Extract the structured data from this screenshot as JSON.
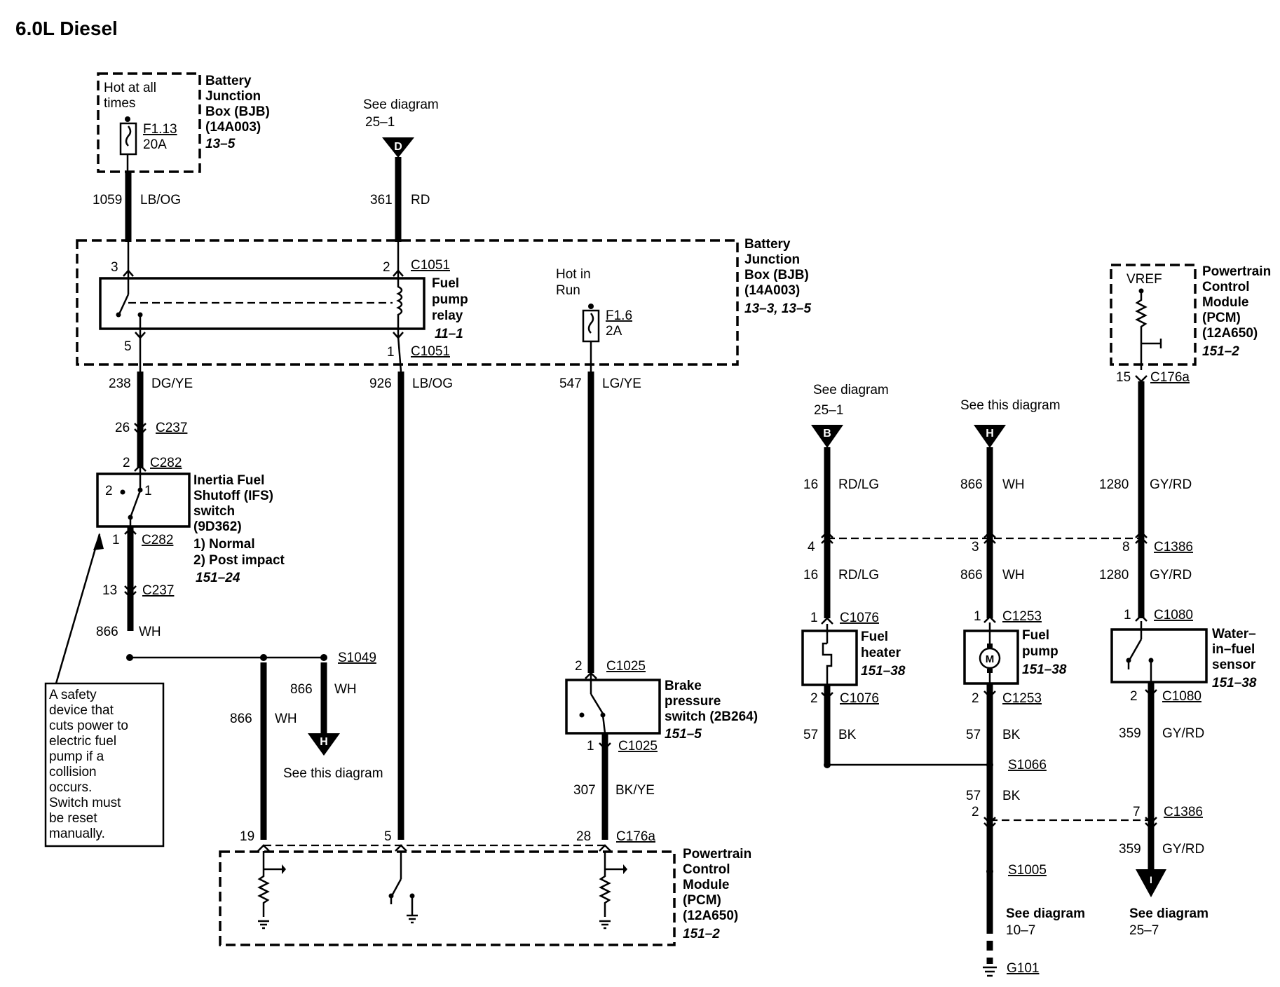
{
  "title": "6.0L Diesel",
  "bjb_top": {
    "hot": [
      "Hot at all",
      "times"
    ],
    "fuse": "F1.13",
    "amps": "20A",
    "name": [
      "Battery",
      "Junction",
      "Box (BJB)",
      "(14A003)"
    ],
    "ref": "13–5"
  },
  "bjb_main": {
    "name": [
      "Battery",
      "Junction",
      "Box (BJB)",
      "(14A003)"
    ],
    "ref": "13–3, 13–5",
    "hot": [
      "Hot in",
      "Run"
    ],
    "fuse": "F1.6",
    "amps": "2A"
  },
  "see_d": {
    "text": "See diagram",
    "ref": "25–1",
    "letter": "D"
  },
  "see_b": {
    "text": "See diagram",
    "ref": "25–1",
    "letter": "B"
  },
  "see_h_top": {
    "text": "See this diagram",
    "letter": "H"
  },
  "see_h_mid": {
    "text": "See this diagram",
    "letter": "H"
  },
  "see_g101": {
    "text": "See diagram",
    "ref": "10–7"
  },
  "see_i": {
    "text": "See diagram",
    "ref": "25–7",
    "letter": "I"
  },
  "relay": {
    "name": [
      "Fuel",
      "pump",
      "relay"
    ],
    "ref": "11–1",
    "connector": "C1051",
    "pins": [
      "3",
      "2",
      "5",
      "1"
    ]
  },
  "ifs": {
    "name": [
      "Inertia Fuel",
      "Shutoff (IFS)",
      "switch",
      "(9D362)"
    ],
    "states": [
      "1) Normal",
      "2) Post impact"
    ],
    "ref": "151–24",
    "pins": [
      "2",
      "1"
    ]
  },
  "note": [
    "A safety",
    "device that",
    "cuts power to",
    "electric fuel",
    "pump if a",
    "collision",
    "occurs.",
    "Switch must",
    "be reset",
    "manually."
  ],
  "brake": {
    "name": [
      "Brake",
      "pressure",
      "switch (2B264)"
    ],
    "ref": "151–5"
  },
  "pcm_bottom": {
    "name": [
      "Powertrain",
      "Control",
      "Module",
      "(PCM)",
      "(12A650)"
    ],
    "ref": "151–2"
  },
  "pcm_right": {
    "vref": "VREF",
    "name": [
      "Powertrain",
      "Control",
      "Module",
      "(PCM)",
      "(12A650)"
    ],
    "ref": "151–2"
  },
  "fuel_heater": {
    "name": [
      "Fuel",
      "heater"
    ],
    "ref": "151–38"
  },
  "fuel_pump": {
    "name": [
      "Fuel",
      "pump"
    ],
    "ref": "151–38",
    "symbol": "M"
  },
  "wif": {
    "name": [
      "Water–",
      "in–fuel",
      "sensor"
    ],
    "ref": "151–38"
  },
  "wires": [
    {
      "circuit": "1059",
      "color": "LB/OG"
    },
    {
      "circuit": "361",
      "color": "RD"
    },
    {
      "circuit": "238",
      "color": "DG/YE"
    },
    {
      "circuit": "926",
      "color": "LB/OG"
    },
    {
      "circuit": "547",
      "color": "LG/YE"
    },
    {
      "circuit": "866",
      "color": "WH"
    },
    {
      "circuit": "866",
      "color": "WH"
    },
    {
      "circuit": "866",
      "color": "WH"
    },
    {
      "circuit": "307",
      "color": "BK/YE"
    },
    {
      "circuit": "16",
      "color": "RD/LG"
    },
    {
      "circuit": "16",
      "color": "RD/LG"
    },
    {
      "circuit": "866",
      "color": "WH"
    },
    {
      "circuit": "866",
      "color": "WH"
    },
    {
      "circuit": "1280",
      "color": "GY/RD"
    },
    {
      "circuit": "1280",
      "color": "GY/RD"
    },
    {
      "circuit": "57",
      "color": "BK"
    },
    {
      "circuit": "57",
      "color": "BK"
    },
    {
      "circuit": "57",
      "color": "BK"
    },
    {
      "circuit": "359",
      "color": "GY/RD"
    },
    {
      "circuit": "359",
      "color": "GY/RD"
    }
  ],
  "connectors": [
    {
      "pin": "26",
      "name": "C237"
    },
    {
      "pin": "2",
      "name": "C282"
    },
    {
      "pin": "1",
      "name": "C282"
    },
    {
      "pin": "13",
      "name": "C237"
    },
    {
      "pin": "2",
      "name": "C1025"
    },
    {
      "pin": "1",
      "name": "C1025"
    },
    {
      "pin": "19",
      "name": ""
    },
    {
      "pin": "5",
      "name": ""
    },
    {
      "pin": "28",
      "name": "C176a"
    },
    {
      "pin": "15",
      "name": "C176a"
    },
    {
      "pin": "4",
      "name": ""
    },
    {
      "pin": "3",
      "name": ""
    },
    {
      "pin": "8",
      "name": "C1386"
    },
    {
      "pin": "1",
      "name": "C1076"
    },
    {
      "pin": "2",
      "name": "C1076"
    },
    {
      "pin": "1",
      "name": "C1253"
    },
    {
      "pin": "2",
      "name": "C1253"
    },
    {
      "pin": "1",
      "name": "C1080"
    },
    {
      "pin": "2",
      "name": "C1080"
    },
    {
      "pin": "2",
      "name": ""
    },
    {
      "pin": "7",
      "name": "C1386"
    }
  ],
  "splices": [
    "S1049",
    "S1066",
    "S1005"
  ],
  "ground": "G101"
}
